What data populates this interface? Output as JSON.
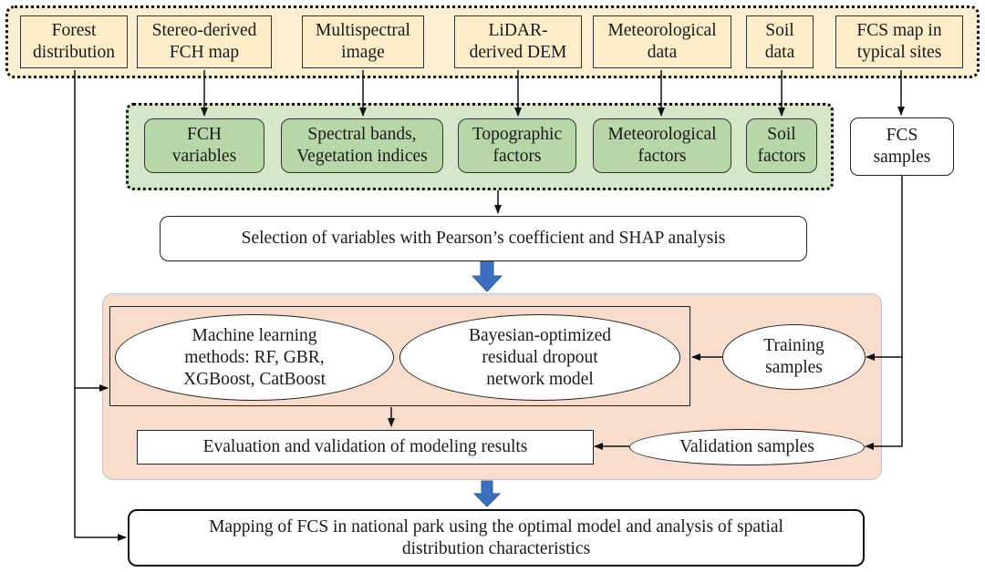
{
  "sources": [
    {
      "id": "forest",
      "label": "Forest\ndistribution"
    },
    {
      "id": "stereo",
      "label": "Stereo-derived\nFCH map"
    },
    {
      "id": "multispectral",
      "label": "Multispectral\nimage"
    },
    {
      "id": "lidar",
      "label": "LiDAR-\nderived DEM"
    },
    {
      "id": "meteo",
      "label": "Meteorological\ndata"
    },
    {
      "id": "soil",
      "label": "Soil\ndata"
    },
    {
      "id": "fcsmap",
      "label": "FCS map in\ntypical sites"
    }
  ],
  "variables": [
    {
      "id": "fch",
      "label": "FCH\nvariables"
    },
    {
      "id": "spectral",
      "label": "Spectral bands,\nVegetation indices"
    },
    {
      "id": "topo",
      "label": "Topographic\nfactors"
    },
    {
      "id": "meteo_f",
      "label": "Meteorological\nfactors"
    },
    {
      "id": "soil_f",
      "label": "Soil\nfactors"
    }
  ],
  "fcs_samples": "FCS\nsamples",
  "selection": "Selection of variables with Pearson’s coefficient and SHAP analysis",
  "models": {
    "ml": "Machine learning\nmethods: RF, GBR,\nXGBoost, CatBoost",
    "bayes": "Bayesian-optimized\nresidual dropout\nnetwork model"
  },
  "training": "Training\nsamples",
  "evaluation": "Evaluation and validation of modeling results",
  "validation": "Validation samples",
  "mapping": "Mapping of FCS in national park using the optimal model and analysis of spatial\ndistribution characteristics",
  "colors": {
    "source_fill": "#fdedc8",
    "variable_fill": "#b7d7a8",
    "model_panel_fill": "#f8dccc",
    "flow_arrow": "#3c6fbd"
  }
}
